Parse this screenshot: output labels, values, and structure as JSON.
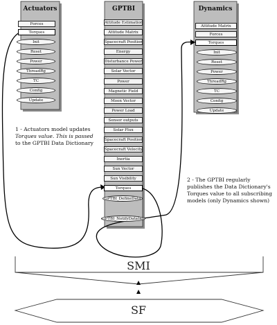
{
  "actuators": {
    "title": "Actuators",
    "slots": [
      "Forces",
      "Torques"
    ],
    "methods": [
      "Init",
      "Reset",
      "Power",
      "ThreadRg",
      "TC",
      "Config",
      "Update"
    ]
  },
  "gptbi": {
    "title": "GPTBI",
    "slots": [
      "Attitude Estimation",
      "Attitude Matrix",
      "Spacecraft Position",
      "Energy",
      "Disturbance Power",
      "Solar Vector",
      "Power",
      "Magnetic Field",
      "Moon Vector",
      "Power Load",
      "Sensor outputs",
      "Solar Flux",
      "Spacecraft Position",
      "Spacecraft Velocity",
      "Inertia",
      "Sun Vector",
      "Sun Visibility",
      "Torques"
    ],
    "methods": [
      "GPTBI_DefineData",
      "GPTBI_NotifyDataInfo"
    ]
  },
  "dynamics": {
    "title": "Dynamics",
    "slots": [
      "Attitude Matrix",
      "Forces",
      "Torques"
    ],
    "methods": [
      "Init",
      "Reset",
      "Power",
      "ThreadRg",
      "TC",
      "Config",
      "Update"
    ]
  },
  "notes": {
    "note1": [
      "1 - Actuators model updates",
      "Torques value. This is passed",
      "to the GPTBI Data Dictionary"
    ],
    "note2": [
      "2 - The GPTBI regularly",
      "publishes the Data Dictionary's",
      "Torques value to all subscribing",
      "models (only Dynamics shown)"
    ]
  },
  "layers": {
    "smi": "SMI",
    "sf": "SF"
  }
}
